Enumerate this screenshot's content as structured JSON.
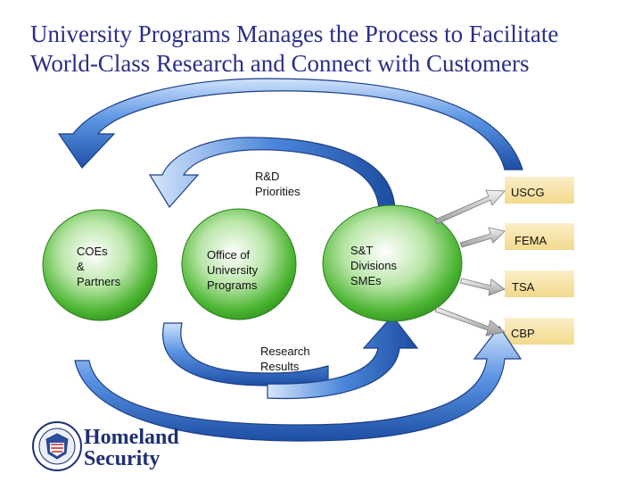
{
  "title": {
    "line1": "University Programs Manages the Process to Facilitate",
    "line2": "World-Class Research and Connect with Customers"
  },
  "nodes": {
    "coes": "COEs\n&\nPartners",
    "office": "Office of\nUniversity\nPrograms",
    "snt": "S&T\nDivisions\nSMEs"
  },
  "flows": {
    "rd_priorities": "R&D\nPriorities",
    "research_results": "Research\nResults"
  },
  "customers": [
    "USCG",
    "FEMA",
    "TSA",
    "CBP"
  ],
  "logo": {
    "name_line1": "Homeland",
    "name_line2": "Security",
    "seal_icon": "dhs-seal-icon"
  },
  "colors": {
    "title": "#2b2f86",
    "circle_green": "#3fae2a",
    "arrow_blue": "#2f6fd0",
    "customer_box": "#f7e3a6"
  }
}
